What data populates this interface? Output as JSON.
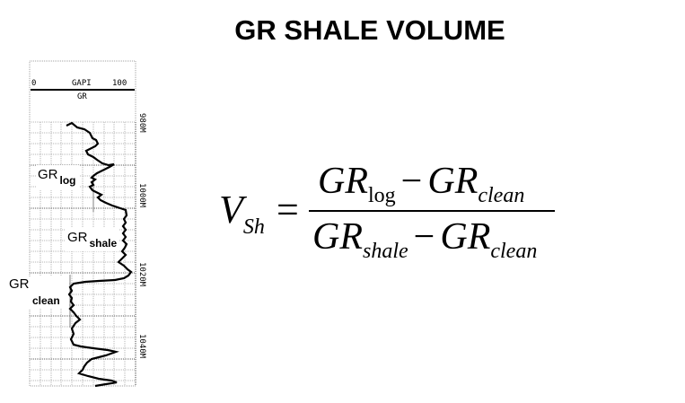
{
  "title": "GR SHALE VOLUME",
  "log_track": {
    "curve_name": "GR",
    "unit": "GAPI",
    "scale_min": "0",
    "scale_max": "100",
    "depth_labels": [
      "980M",
      "1000M",
      "1020M",
      "1040M"
    ],
    "labels": {
      "gr_log": {
        "main": "GR",
        "sub": "log"
      },
      "gr_shale": {
        "main": "GR",
        "sub": "shale"
      },
      "gr_clean": {
        "main": "GR",
        "sub": "clean"
      }
    },
    "colors": {
      "grid": "#b0b0b0",
      "curve": "#000000",
      "border": "#9a9a9a"
    }
  },
  "formula": {
    "lhs": "V",
    "lhs_sub": "Sh",
    "equals": "=",
    "numerator": {
      "term1": "GR",
      "term1_sub": "log",
      "minus": "−",
      "term2": "GR",
      "term2_sub": "clean"
    },
    "denominator": {
      "term1": "GR",
      "term1_sub": "shale",
      "minus": "−",
      "term2": "GR",
      "term2_sub": "clean"
    }
  }
}
